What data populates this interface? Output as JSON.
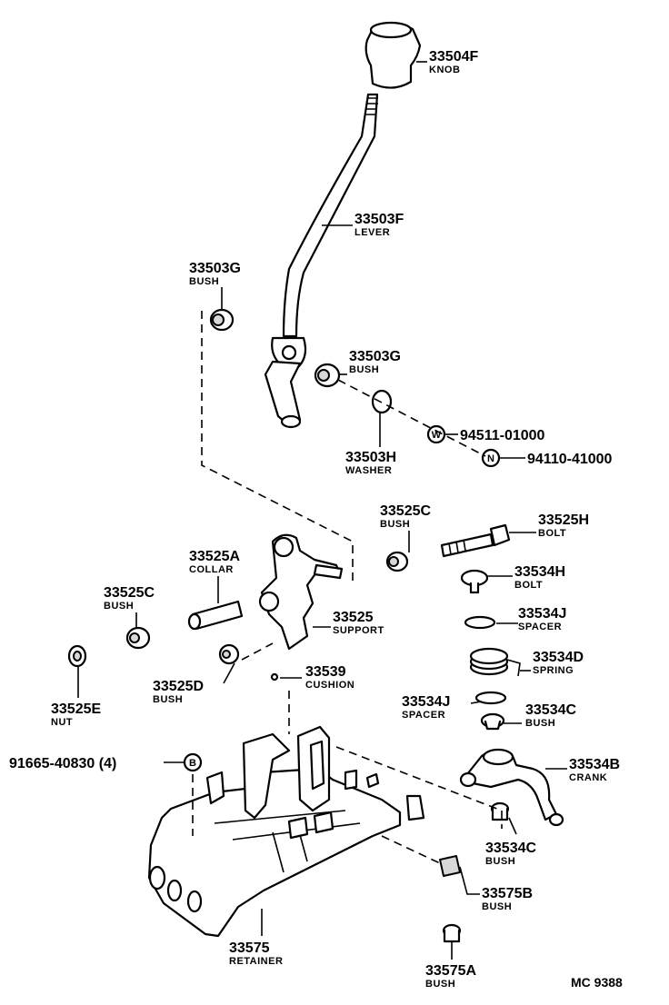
{
  "diagram": {
    "code": "MC 9388",
    "parts": [
      {
        "number": "33504F",
        "name": "KNOB"
      },
      {
        "number": "33503F",
        "name": "LEVER"
      },
      {
        "number": "33503G",
        "name": "BUSH"
      },
      {
        "number": "33503G",
        "name": "BUSH"
      },
      {
        "number": "33503H",
        "name": "WASHER"
      },
      {
        "number": "94511-01000",
        "name": "",
        "badge": "W"
      },
      {
        "number": "94110-41000",
        "name": "",
        "badge": "N"
      },
      {
        "number": "33525C",
        "name": "BUSH"
      },
      {
        "number": "33525H",
        "name": "BOLT"
      },
      {
        "number": "33525A",
        "name": "COLLAR"
      },
      {
        "number": "33534H",
        "name": "BOLT"
      },
      {
        "number": "33525C",
        "name": "BUSH"
      },
      {
        "number": "33525",
        "name": "SUPPORT"
      },
      {
        "number": "33534J",
        "name": "SPACER"
      },
      {
        "number": "33534D",
        "name": "SPRING"
      },
      {
        "number": "33525E",
        "name": "NUT"
      },
      {
        "number": "33525D",
        "name": "BUSH"
      },
      {
        "number": "33539",
        "name": "CUSHION"
      },
      {
        "number": "33534J",
        "name": "SPACER"
      },
      {
        "number": "33534C",
        "name": "BUSH"
      },
      {
        "number": "91665-40830 (4)",
        "name": "",
        "badge": "B"
      },
      {
        "number": "33534B",
        "name": "CRANK"
      },
      {
        "number": "33534C",
        "name": "BUSH"
      },
      {
        "number": "33575B",
        "name": "BUSH"
      },
      {
        "number": "33575",
        "name": "RETAINER"
      },
      {
        "number": "33575A",
        "name": "BUSH"
      }
    ]
  }
}
